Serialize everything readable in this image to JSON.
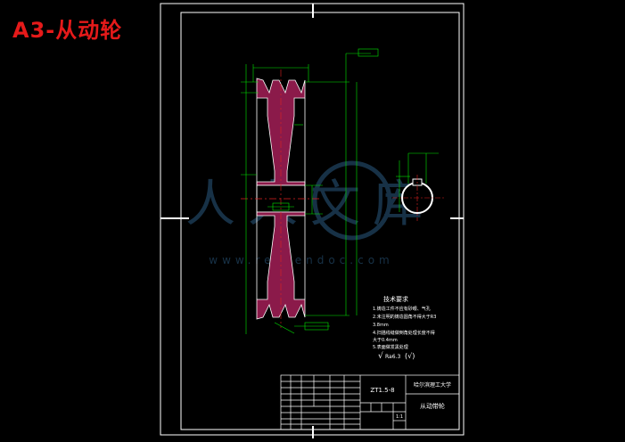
{
  "header": {
    "sheet_title": "A3-从动轮"
  },
  "notes": {
    "heading": "技术要求",
    "items": [
      "1.铸造工件不应有砂眼、气孔",
      "2.未注明的铸造圆角不得大于R3",
      "3.8mm",
      "4.扫描线缝做倒角处理长度不得",
      "大于0.4mm",
      "5.表面做发黑处理"
    ],
    "roughness": "Ra6.3"
  },
  "title_block": {
    "code": "ZT1.5-8",
    "university": "哈尔滨理工大学",
    "part_name": "从动带轮",
    "scale": "1:1"
  },
  "watermark": {
    "text": "人人文库",
    "url": "www.renrendoc.com"
  },
  "colors": {
    "background": "#000000",
    "border": "#ffffff",
    "section_fill": "#8b1a4a",
    "dimension": "#00e600",
    "centerline": "#e02020",
    "title_red": "#e51a1a",
    "watermark": "#2a5a80"
  }
}
